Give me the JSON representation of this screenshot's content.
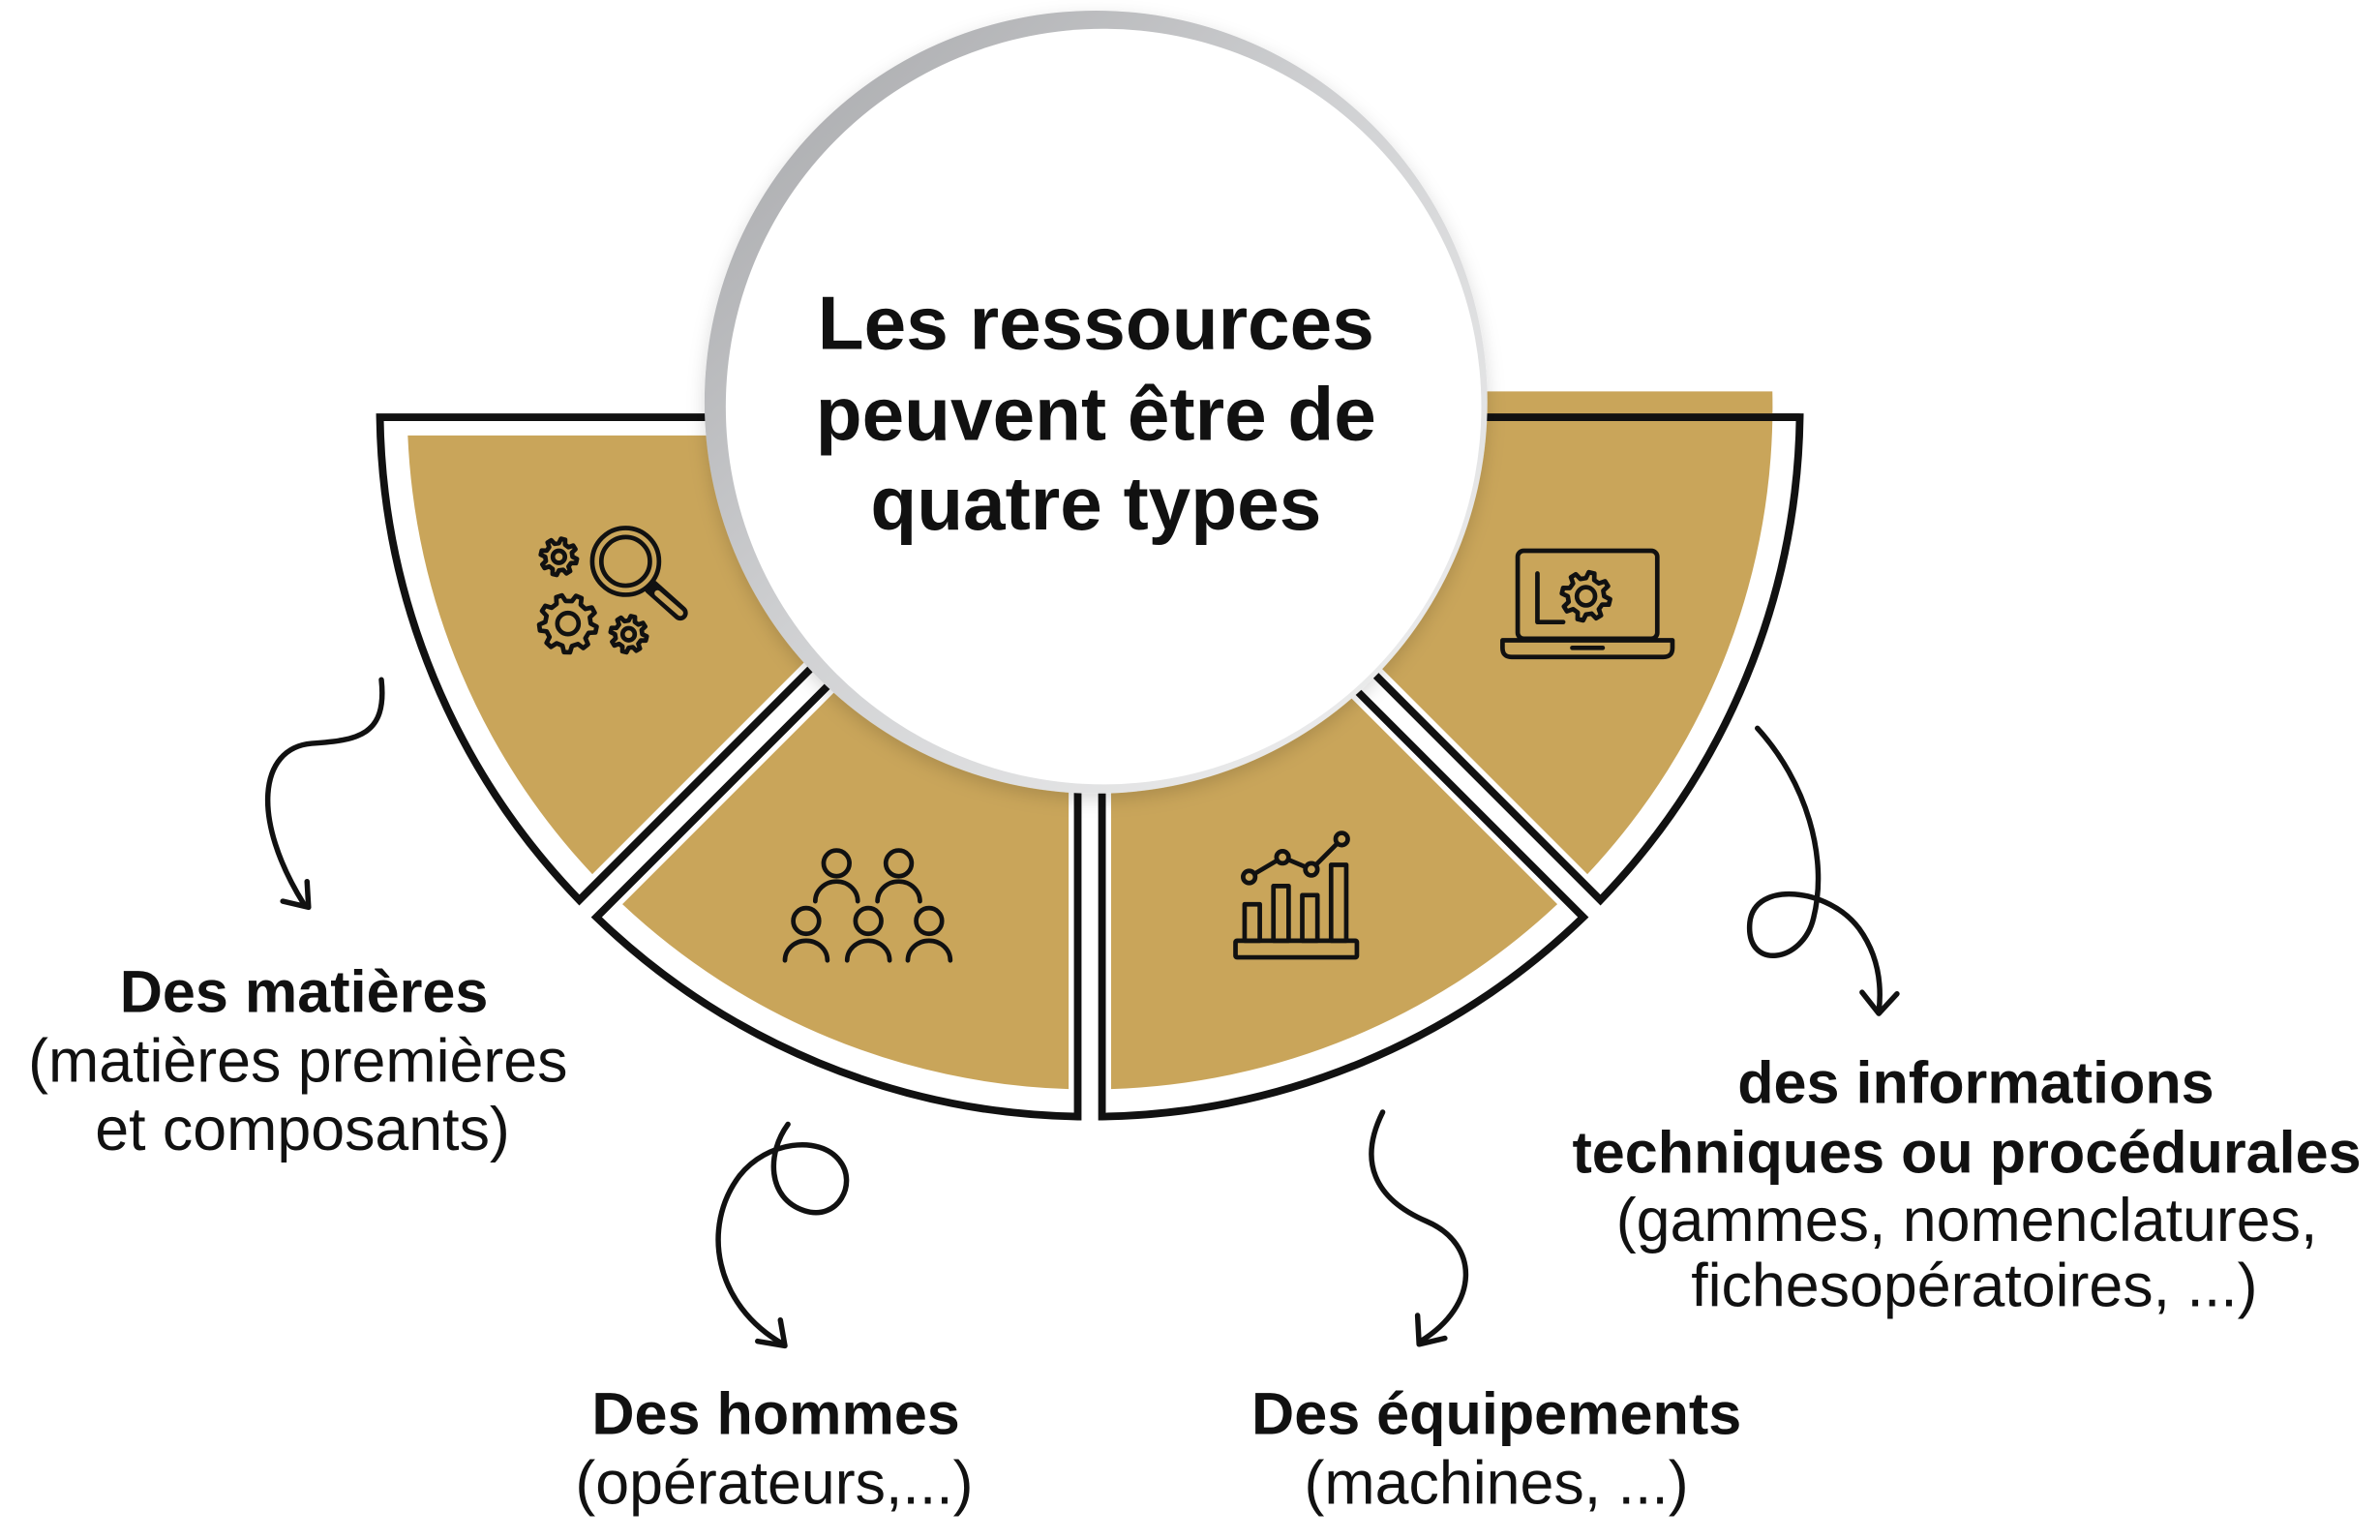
{
  "title_lines": [
    "Les ressources",
    "peuvent être de",
    "quatre types"
  ],
  "resources": [
    {
      "icon": "gears-magnifier-icon",
      "label_lines": [
        "Des matières"
      ],
      "detail_lines": [
        "(matières premières",
        "et composants)"
      ]
    },
    {
      "icon": "people-group-icon",
      "label_lines": [
        "Des hommes"
      ],
      "detail_lines": [
        "(opérateurs,...)"
      ]
    },
    {
      "icon": "bar-chart-icon",
      "label_lines": [
        "Des équipements"
      ],
      "detail_lines": [
        "(machines, ...)"
      ]
    },
    {
      "icon": "laptop-gear-icon",
      "label_lines": [
        "des informations",
        "techniques ou procédurales"
      ],
      "detail_lines": [
        "(gammes, nomenclatures,",
        "fichesopératoires, ...)"
      ]
    }
  ],
  "colors": {
    "segment_gold": "#C9A55A",
    "outline": "#111111",
    "background": "#FFFFFF",
    "circle_shadow": "#A3A4A7"
  }
}
